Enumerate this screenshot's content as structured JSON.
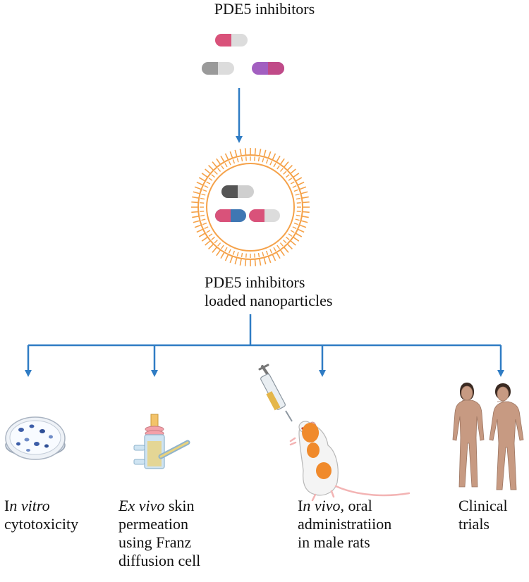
{
  "title": "PDE5 inhibitors",
  "nanoparticle_label": {
    "line1": "PDE5 inhibitors",
    "line2": "loaded nanoparticles"
  },
  "colors": {
    "arrow": "#2f7cc4",
    "pill_pink": "#d9527a",
    "pill_purple": "#a25fc0",
    "pill_gray": "#9a9a9a",
    "pill_dark": "#555555",
    "pill_blue": "#3f77b3",
    "lipid_orange": "#f5a24a",
    "skin": "#c79a82"
  },
  "branches": [
    {
      "id": "in-vitro",
      "icon": "petri-dish-icon",
      "lines": [
        {
          "plain_a": "I",
          "italic": "n vitro",
          "plain_b": ""
        },
        {
          "plain_a": "cytotoxicity",
          "italic": "",
          "plain_b": ""
        }
      ]
    },
    {
      "id": "ex-vivo",
      "icon": "franz-diffusion-cell-icon",
      "lines": [
        {
          "plain_a": "",
          "italic": "Ex vivo",
          "plain_b": " skin"
        },
        {
          "plain_a": "permeation",
          "italic": "",
          "plain_b": ""
        },
        {
          "plain_a": "using Franz",
          "italic": "",
          "plain_b": ""
        },
        {
          "plain_a": "diffusion cell",
          "italic": "",
          "plain_b": ""
        }
      ]
    },
    {
      "id": "in-vivo",
      "icon": "rat-syringe-icon",
      "lines": [
        {
          "plain_a": "I",
          "italic": "n vivo",
          "plain_b": ", oral"
        },
        {
          "plain_a": "administratiion",
          "italic": "",
          "plain_b": ""
        },
        {
          "plain_a": "in male rats",
          "italic": "",
          "plain_b": ""
        }
      ]
    },
    {
      "id": "clinical",
      "icon": "humans-icon",
      "lines": [
        {
          "plain_a": "Clinical",
          "italic": "",
          "plain_b": ""
        },
        {
          "plain_a": "trials",
          "italic": "",
          "plain_b": ""
        }
      ]
    }
  ]
}
